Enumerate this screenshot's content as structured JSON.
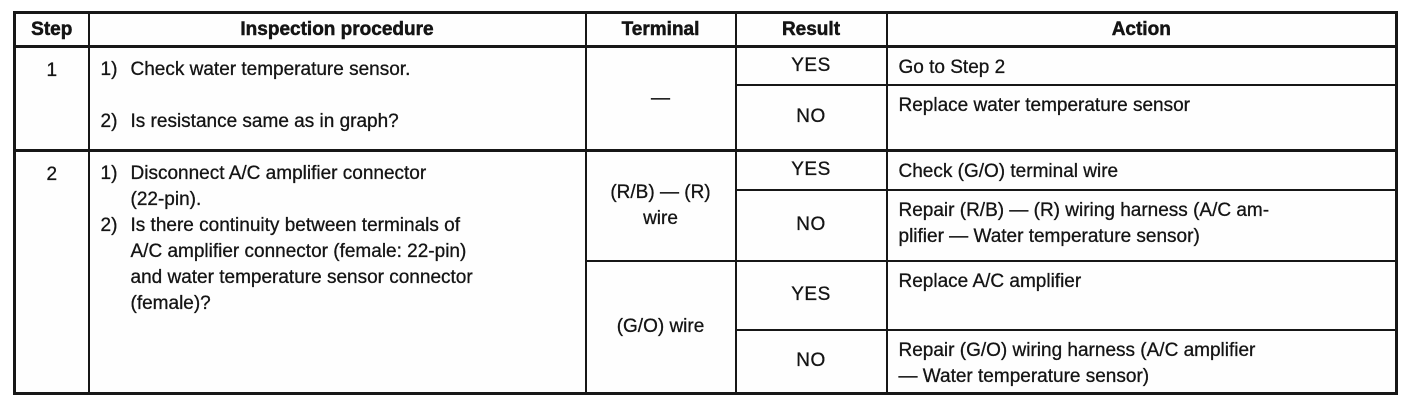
{
  "table": {
    "headers": {
      "step": "Step",
      "procedure": "Inspection procedure",
      "terminal": "Terminal",
      "result": "Result",
      "action": "Action"
    },
    "steps": [
      {
        "number": "1",
        "procedure": [
          {
            "num": "1)",
            "text": "Check water temperature sensor."
          },
          {
            "num": "2)",
            "text": "Is resistance same as in graph?"
          }
        ],
        "branches": [
          {
            "terminal": "—",
            "outcomes": [
              {
                "result": "YES",
                "action": "Go to Step 2"
              },
              {
                "result": "NO",
                "action": "Replace water temperature sensor"
              }
            ]
          }
        ]
      },
      {
        "number": "2",
        "procedure": [
          {
            "num": "1)",
            "text": "Disconnect A/C amplifier connector\n(22-pin)."
          },
          {
            "num": "2)",
            "text": "Is there continuity between terminals of\nA/C amplifier connector (female: 22-pin)\nand water temperature sensor connector\n(female)?"
          }
        ],
        "branches": [
          {
            "terminal": "(R/B) — (R)\nwire",
            "outcomes": [
              {
                "result": "YES",
                "action": "Check (G/O) terminal wire"
              },
              {
                "result": "NO",
                "action": "Repair (R/B) — (R) wiring harness (A/C am-\nplifier — Water temperature sensor)"
              }
            ]
          },
          {
            "terminal": "(G/O) wire",
            "outcomes": [
              {
                "result": "YES",
                "action": "Replace A/C amplifier"
              },
              {
                "result": "NO",
                "action": "Repair (G/O) wiring harness (A/C amplifier\n— Water temperature sensor)"
              }
            ]
          }
        ]
      }
    ]
  }
}
